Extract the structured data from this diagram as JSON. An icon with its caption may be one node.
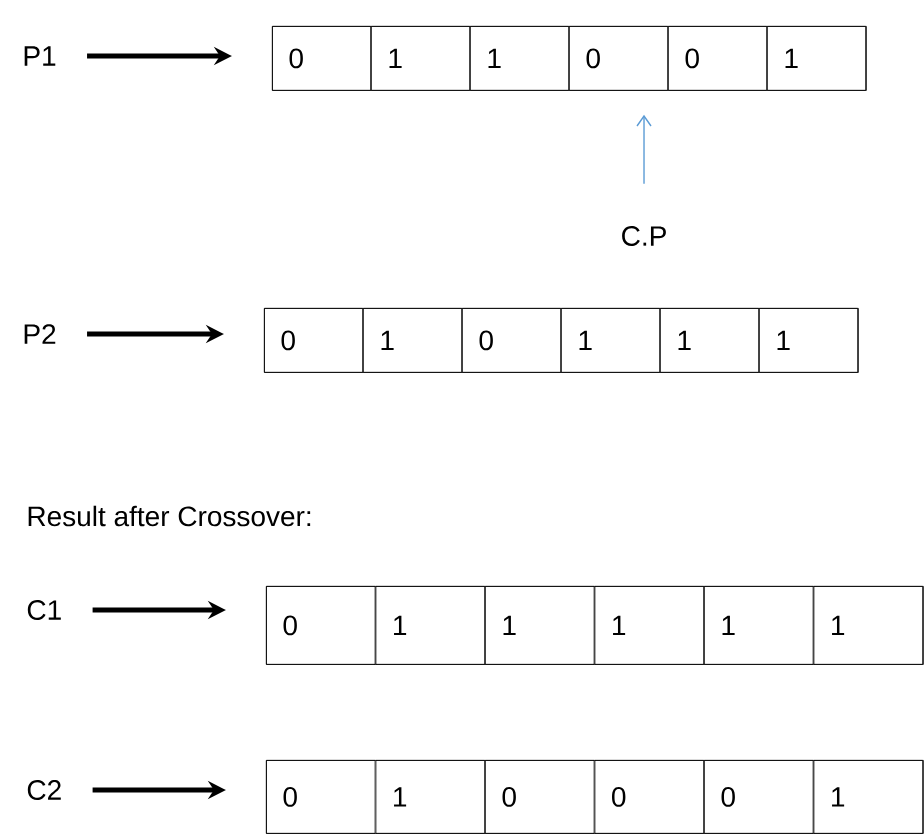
{
  "diagram": {
    "nodes": [
      {
        "text": [
          "P1"
        ]
      },
      {
        "text": [],
        "shape": "box"
      },
      {
        "text": [
          "0"
        ],
        "in": 1
      },
      {
        "text": [
          "1"
        ],
        "in": 1
      },
      {
        "text": [
          "1"
        ],
        "in": 1
      },
      {
        "text": [
          "0"
        ],
        "in": 1
      },
      {
        "text": [
          "0"
        ],
        "in": 1
      },
      {
        "text": [
          "1"
        ],
        "in": 1
      },
      {
        "text": [
          "C.P"
        ]
      },
      {
        "text": [
          "P2"
        ]
      },
      {
        "text": [],
        "shape": "box"
      },
      {
        "text": [
          "0"
        ],
        "in": 10
      },
      {
        "text": [
          "1"
        ],
        "in": 10
      },
      {
        "text": [
          "0"
        ],
        "in": 10
      },
      {
        "text": [
          "1"
        ],
        "in": 10
      },
      {
        "text": [
          "1"
        ],
        "in": 10
      },
      {
        "text": [
          "1"
        ],
        "in": 10
      },
      {
        "text": [
          "C1"
        ]
      },
      {
        "text": [],
        "shape": "box"
      },
      {
        "text": [
          "0"
        ],
        "in": 18
      },
      {
        "text": [
          "1"
        ],
        "in": 18
      },
      {
        "text": [
          "1"
        ],
        "in": 18
      },
      {
        "text": [
          "1"
        ],
        "in": 18
      },
      {
        "text": [
          "1"
        ],
        "in": 18
      },
      {
        "text": [
          "1"
        ],
        "in": 18
      },
      {
        "text": [
          "C2"
        ]
      },
      {
        "text": [],
        "shape": "box"
      },
      {
        "text": [
          "0"
        ],
        "in": 26
      },
      {
        "text": [
          "1"
        ],
        "in": 26
      },
      {
        "text": [
          "0"
        ],
        "in": 26
      },
      {
        "text": [
          "0"
        ],
        "in": 26
      },
      {
        "text": [
          "0"
        ],
        "in": 26
      },
      {
        "text": [
          "1"
        ],
        "in": 26
      }
    ],
    "edges": [
      {
        "from": 0,
        "to": 1,
        "arrow": "to"
      },
      {
        "from": 8,
        "to": 5,
        "arrow": "to",
        "color": "#5b9bd5"
      },
      {
        "from": 9,
        "to": 10,
        "arrow": "to"
      },
      {
        "from": 17,
        "to": 18,
        "arrow": "to"
      },
      {
        "from": 25,
        "to": 26,
        "arrow": "to"
      }
    ],
    "labels": [
      "Result after Crossover:"
    ]
  }
}
